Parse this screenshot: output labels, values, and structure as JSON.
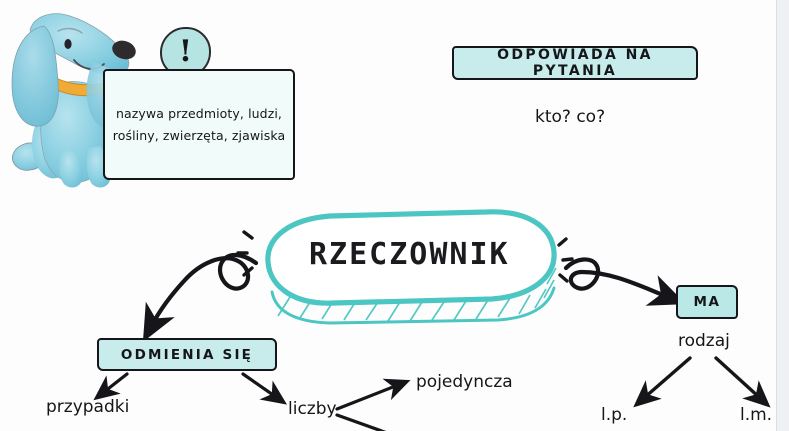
{
  "page": {
    "title": "Rzeczownik",
    "background": "#fdfdfd",
    "page_edge_color": "#eef0f3"
  },
  "colors": {
    "teal": "#45c3c0",
    "mint_fill": "#c7eceb",
    "pale_mint_fill": "#f1fbfa",
    "ink": "#16161a",
    "dog_blue": "#8ed0e0",
    "collar_orange": "#efab33"
  },
  "central_node": {
    "name": "capsule",
    "title": "RZECZOWNIK",
    "shape": "hand-drawn-capsule",
    "outline_color": "#45c3c0"
  },
  "definition_box": {
    "lines": [
      "nazywa  przedmioty,",
      "ludzi, rośliny, zwierzęta,",
      "zjawiska"
    ],
    "text": "nazywa  przedmioty,\nludzi, rośliny, zwierzęta,\nzjawiska",
    "fill": "#f1fbfa"
  },
  "badge": {
    "icon": "exclamation-mark-icon",
    "glyph": "!",
    "fill": "#b6e4e3"
  },
  "mascot": {
    "icon": "dog-illustration",
    "description": "watercolor blue dog with floppy ears and orange collar"
  },
  "questions_branch": {
    "heading": "ODPOWIADA NA PYTANIA",
    "answer": "kto? co?"
  },
  "inflection_branch": {
    "heading": "ODMIENIA SIĘ",
    "children": [
      {
        "label": "przypadki"
      },
      {
        "label": "liczby"
      }
    ],
    "number_children": [
      {
        "label": "pojedyncza"
      }
    ]
  },
  "gender_branch": {
    "heading": "MA",
    "subheading": "rodzaj",
    "children": [
      {
        "label": "l.p."
      },
      {
        "label": "l.m."
      }
    ]
  }
}
